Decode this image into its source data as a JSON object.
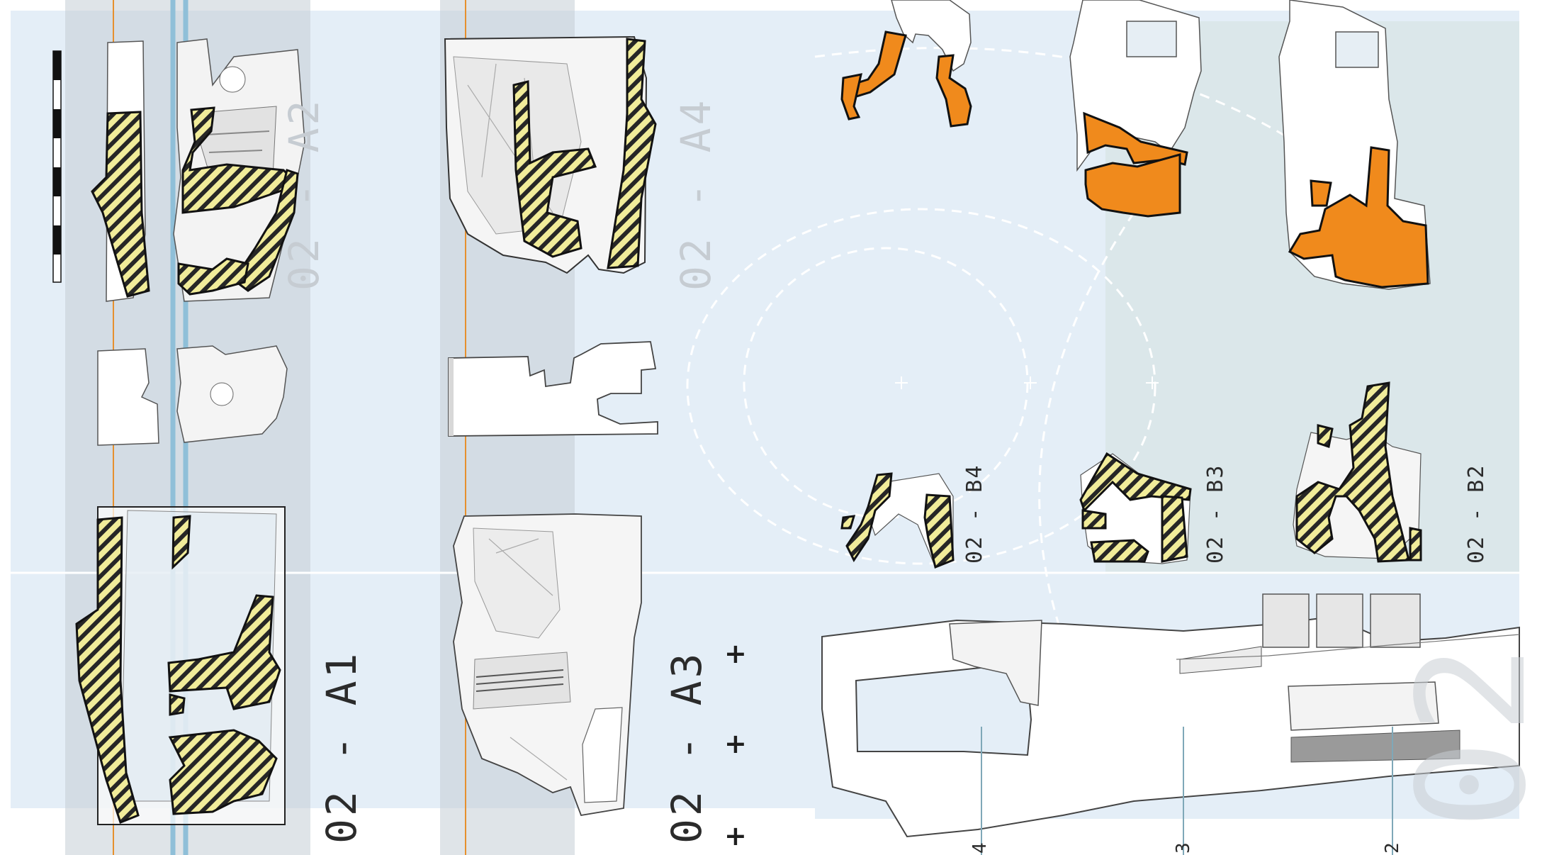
{
  "labels": {
    "a1": "02 - A1",
    "a2": "02 - A2",
    "a3": "02 - A3",
    "a4": "02 - A4",
    "b2": "02 - B2",
    "b3": "02 - B3",
    "b4": "02 - B4",
    "giant": "02"
  },
  "section_marks": {
    "m4": "4",
    "m3": "3",
    "m2": "2"
  },
  "cross_marks": [
    "+",
    "+",
    "+"
  ],
  "colors": {
    "panel_blue": "#e3edf6",
    "panel_grey": "#d6dee4",
    "hatch_yellow": "#f1ec9a",
    "cut_orange": "#f08a1c",
    "axis_orange": "#e6902e",
    "axis_blue": "#8fbfd8"
  }
}
